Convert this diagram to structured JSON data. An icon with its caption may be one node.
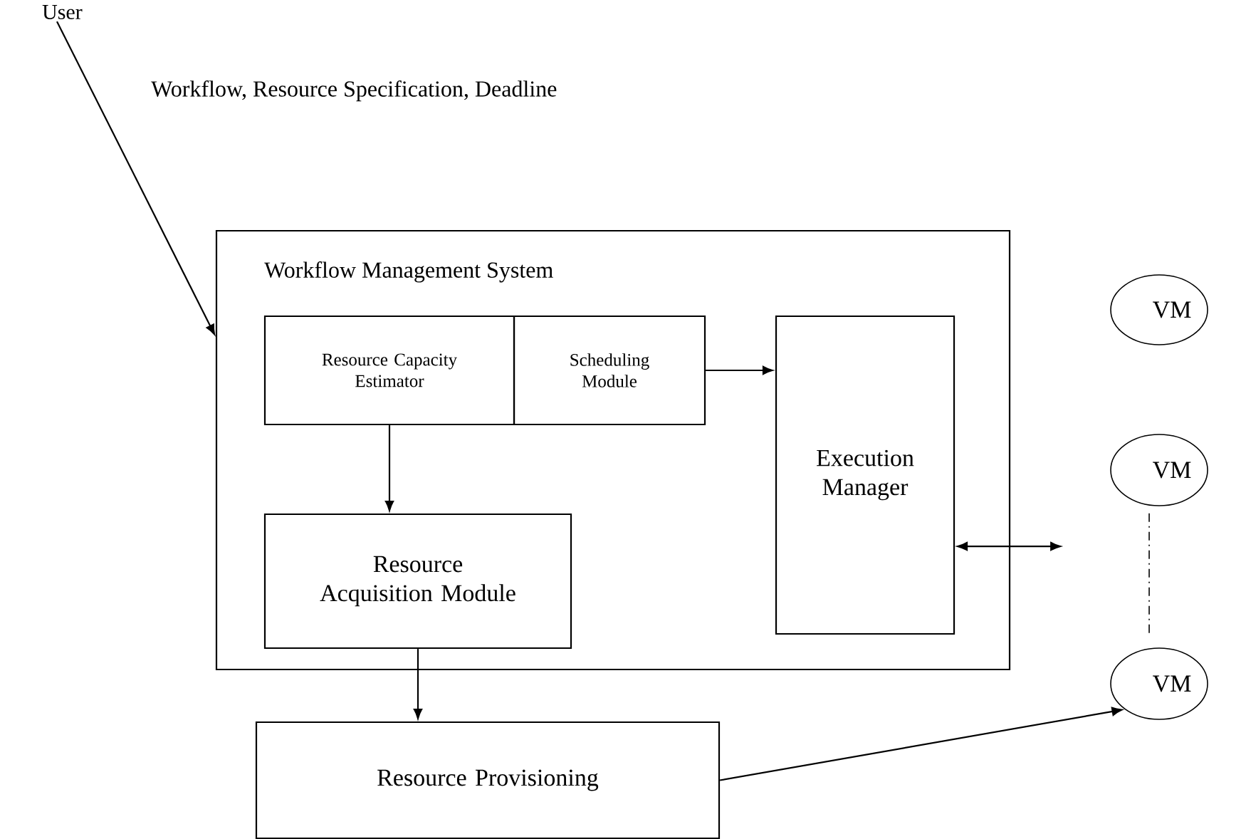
{
  "diagram": {
    "nodes": [
      {
        "text": [
          "User"
        ]
      },
      {
        "text": [
          "Workflow Management System"
        ]
      },
      {
        "text": [
          "Resource Capacity Estimator"
        ],
        "in": 1
      },
      {
        "text": [
          "Scheduling Module"
        ],
        "in": 1
      },
      {
        "text": [
          "Resource Acquisition Module"
        ],
        "in": 1
      },
      {
        "text": [
          "Execution Manager"
        ],
        "in": 1
      },
      {
        "text": [
          "VM"
        ]
      },
      {
        "text": [
          "VM"
        ]
      },
      {
        "text": [
          "VM"
        ]
      },
      {
        "text": [
          "Resource Provisioning"
        ]
      }
    ],
    "edges": [
      {
        "from": 0,
        "to": 1,
        "arrow": "to",
        "label": "Workflow, Resource Specification, Deadline"
      },
      {
        "from": 3,
        "to": 5,
        "arrow": "to"
      },
      {
        "from": 2,
        "to": 4,
        "arrow": "to"
      },
      {
        "from": 4,
        "to": 9,
        "arrow": "to"
      },
      {
        "from": 5,
        "to": null,
        "arrow": "both"
      },
      {
        "from": 9,
        "to": 8,
        "arrow": "to"
      },
      {
        "from": 7,
        "to": 8,
        "arrow": "none",
        "style": "dashed"
      }
    ]
  }
}
